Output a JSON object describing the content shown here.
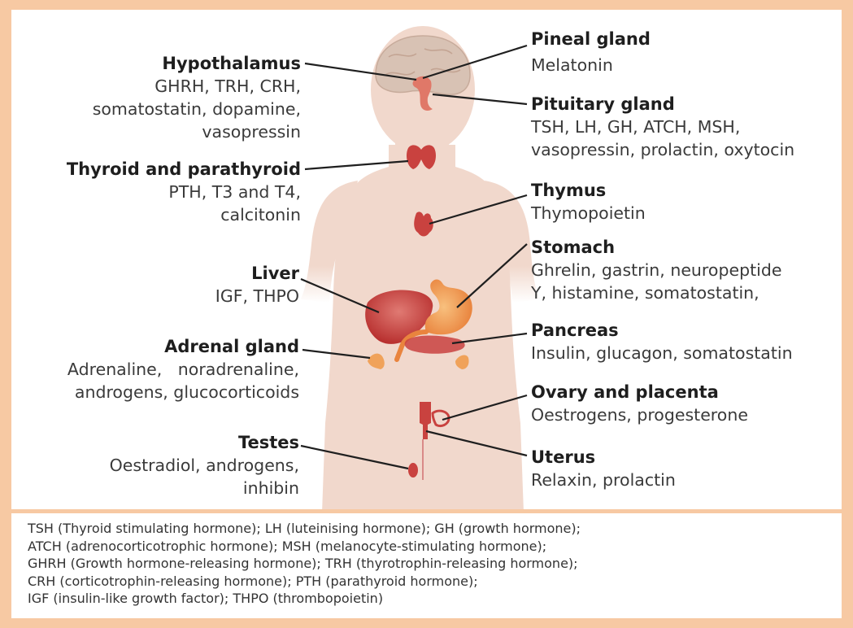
{
  "glands": {
    "hypothalamus": {
      "name": "Hypothalamus",
      "lines": [
        "GHRH, TRH, CRH,",
        "somatostatin, dopamine,",
        "vasopressin"
      ]
    },
    "thyroid": {
      "name": "Thyroid and parathyroid",
      "lines": [
        "PTH, T3 and T4,",
        "calcitonin"
      ]
    },
    "liver": {
      "name": "Liver",
      "lines": [
        "IGF, THPO"
      ]
    },
    "adrenal": {
      "name": "Adrenal gland",
      "lines": [
        "Adrenaline,   noradrenaline,",
        "androgens, glucocorticoids"
      ]
    },
    "testes": {
      "name": "Testes",
      "lines": [
        "Oestradiol, androgens,",
        "inhibin"
      ]
    },
    "pineal": {
      "name": "Pineal gland",
      "lines": [
        "Melatonin"
      ]
    },
    "pituitary": {
      "name": "Pituitary gland",
      "lines": [
        "TSH, LH, GH, ATCH, MSH,",
        "vasopressin, prolactin, oxytocin"
      ]
    },
    "thymus": {
      "name": "Thymus",
      "lines": [
        "Thymopoietin"
      ]
    },
    "stomach": {
      "name": "Stomach",
      "lines": [
        "Ghrelin, gastrin, neuropeptide",
        "Y, histamine, somatostatin,"
      ]
    },
    "pancreas": {
      "name": "Pancreas",
      "lines": [
        "Insulin, glucagon, somatostatin"
      ]
    },
    "ovary": {
      "name": "Ovary and placenta",
      "lines": [
        "Oestrogens, progesterone"
      ]
    },
    "uterus": {
      "name": "Uterus",
      "lines": [
        "Relaxin, prolactin"
      ]
    }
  },
  "legend": [
    "TSH (Thyroid stimulating hormone); LH (luteinising hormone); GH (growth hormone);",
    "ATCH (adrenocorticotrophic hormone); MSH (melanocyte-stimulating hormone);",
    "GHRH (Growth hormone-releasing hormone); TRH (thyrotrophin-releasing hormone);",
    "CRH (corticotrophin-releasing hormone); PTH (parathyroid hormone);",
    "IGF (insulin-like growth factor); THPO (thrombopoietin)"
  ],
  "colors": {
    "frame": "#f7c9a3",
    "skin": "#f1d8cc",
    "organ": "#c9423f",
    "stomach": "#f0a25a",
    "brain": "#d8c2b4"
  }
}
